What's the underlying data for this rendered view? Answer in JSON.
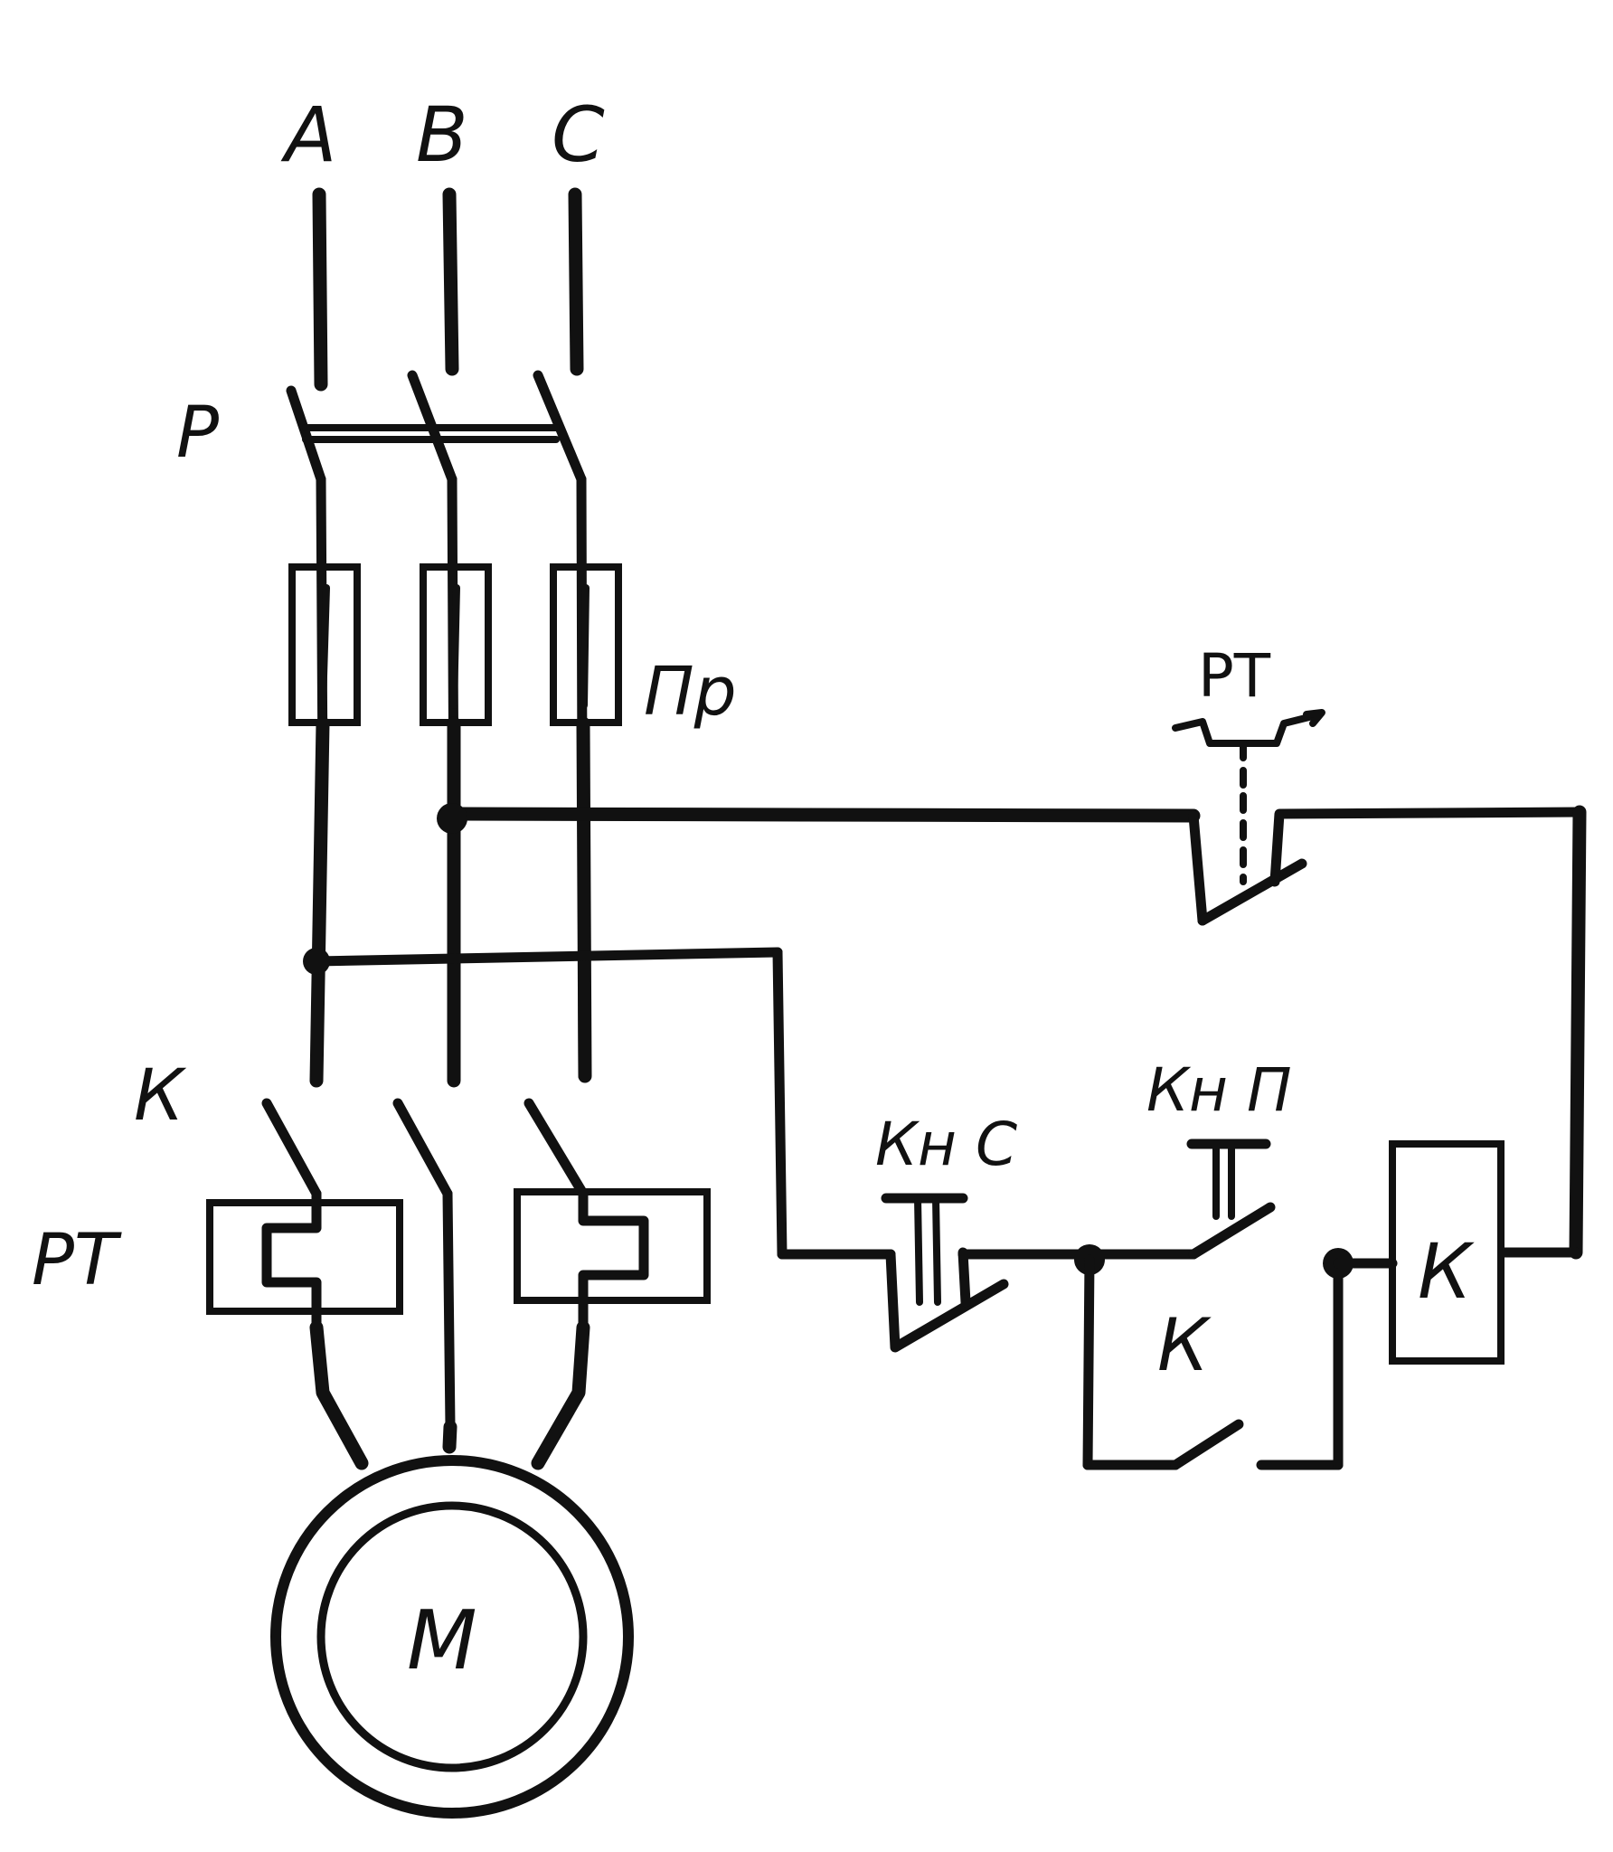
{
  "diagram": {
    "phases": [
      "A",
      "B",
      "C"
    ],
    "labels": {
      "switch": "P",
      "fuses": "Пр",
      "contactor_main": "К",
      "thermal_relay": "PT",
      "thermal_contact": "PT",
      "stop_button": "Кн С",
      "start_button": "Кн П",
      "holding_contact": "К",
      "coil": "К",
      "motor": "М"
    }
  }
}
